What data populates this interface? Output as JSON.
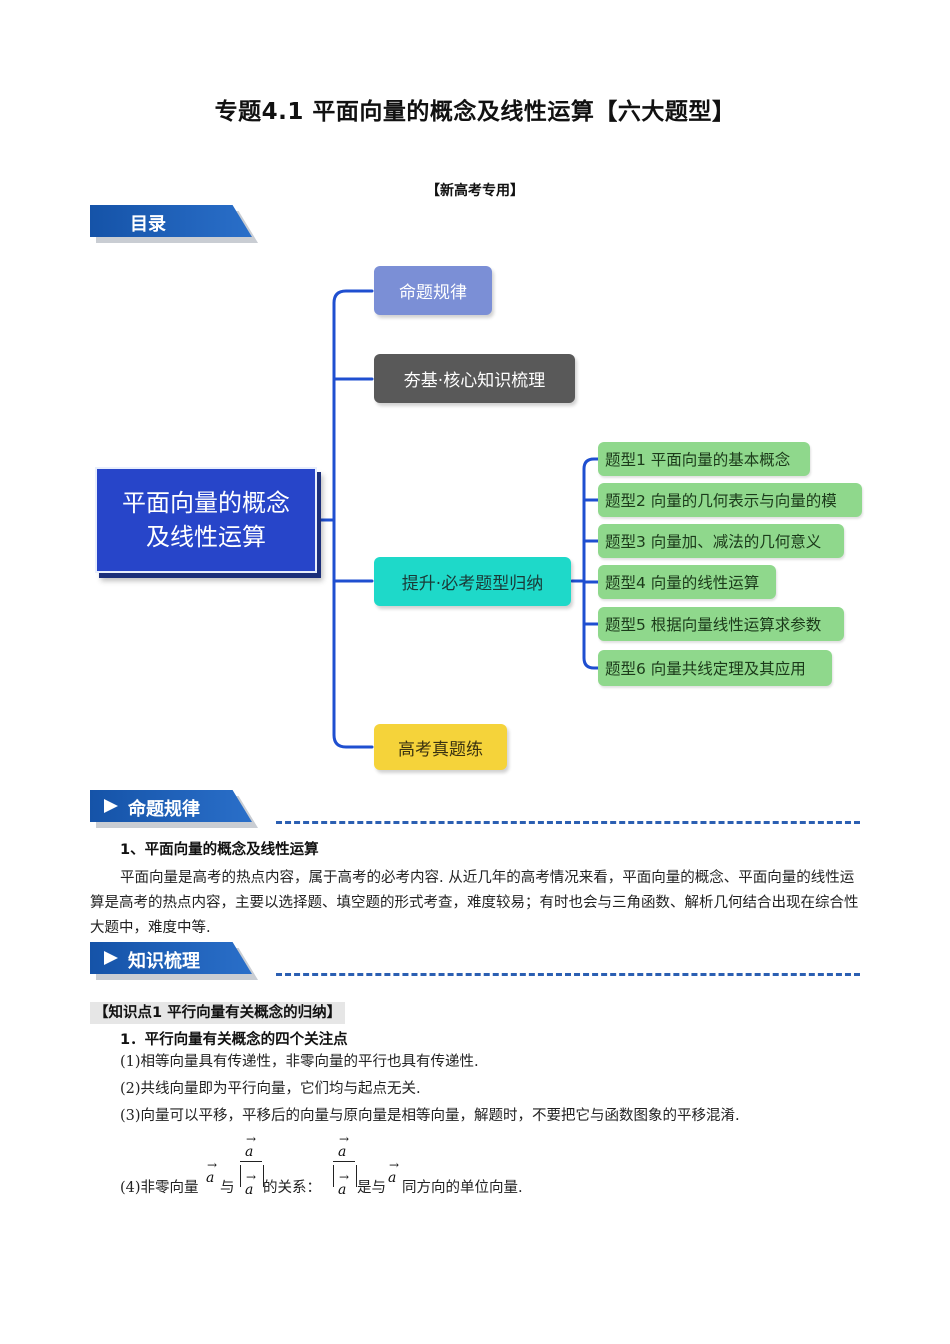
{
  "title": "专题4.1 平面向量的概念及线性运算【六大题型】",
  "subtitle": "【新高考专用】",
  "sections": {
    "toc": "目录",
    "rules": "命题规律",
    "knowledge": "知识梳理"
  },
  "mindmap": {
    "root": "平面向量的概念及线性运算",
    "branches": [
      "命题规律",
      "夯基·核心知识梳理",
      "提升·必考题型归纳",
      "高考真题练"
    ],
    "types": [
      "题型1 平面向量的基本概念",
      "题型2 向量的几何表示与向量的模",
      "题型3 向量加、减法的几何意义",
      "题型4 向量的线性运算",
      "题型5 根据向量线性运算求参数",
      "题型6 向量共线定理及其应用"
    ],
    "colors": {
      "root": "#2745c9",
      "branch1": "#7b8fd6",
      "branch2": "#595959",
      "branch3": "#1ed9c9",
      "branch4": "#f5d33a",
      "leaf": "#8fd88c",
      "line": "#1f4fd0"
    }
  },
  "rules_content": {
    "heading": "1、平面向量的概念及线性运算",
    "paragraph": "平面向量是高考的热点内容，属于高考的必考内容. 从近几年的高考情况来看，平面向量的概念、平面向量的线性运算是高考的热点内容，主要以选择题、填空题的形式考查，难度较易；有时也会与三角函数、解析几何结合出现在综合性大题中，难度中等."
  },
  "knowledge_content": {
    "point_title": "【知识点1  平行向量有关概念的归纳】",
    "heading": "1．平行向量有关概念的四个关注点",
    "items": [
      "(1)相等向量具有传递性，非零向量的平行也具有传递性.",
      "(2)共线向量即为平行向量，它们均与起点无关.",
      "(3)向量可以平移，平移后的向量与原向量是相等向量，解题时，不要把它与函数图象的平移混淆."
    ],
    "item4": {
      "prefix": "(4)非零向量",
      "yu": "与",
      "relation": "的关系：",
      "is_with": "是与",
      "suffix": "同方向的单位向量.",
      "var": "a",
      "arrow": "→"
    }
  }
}
